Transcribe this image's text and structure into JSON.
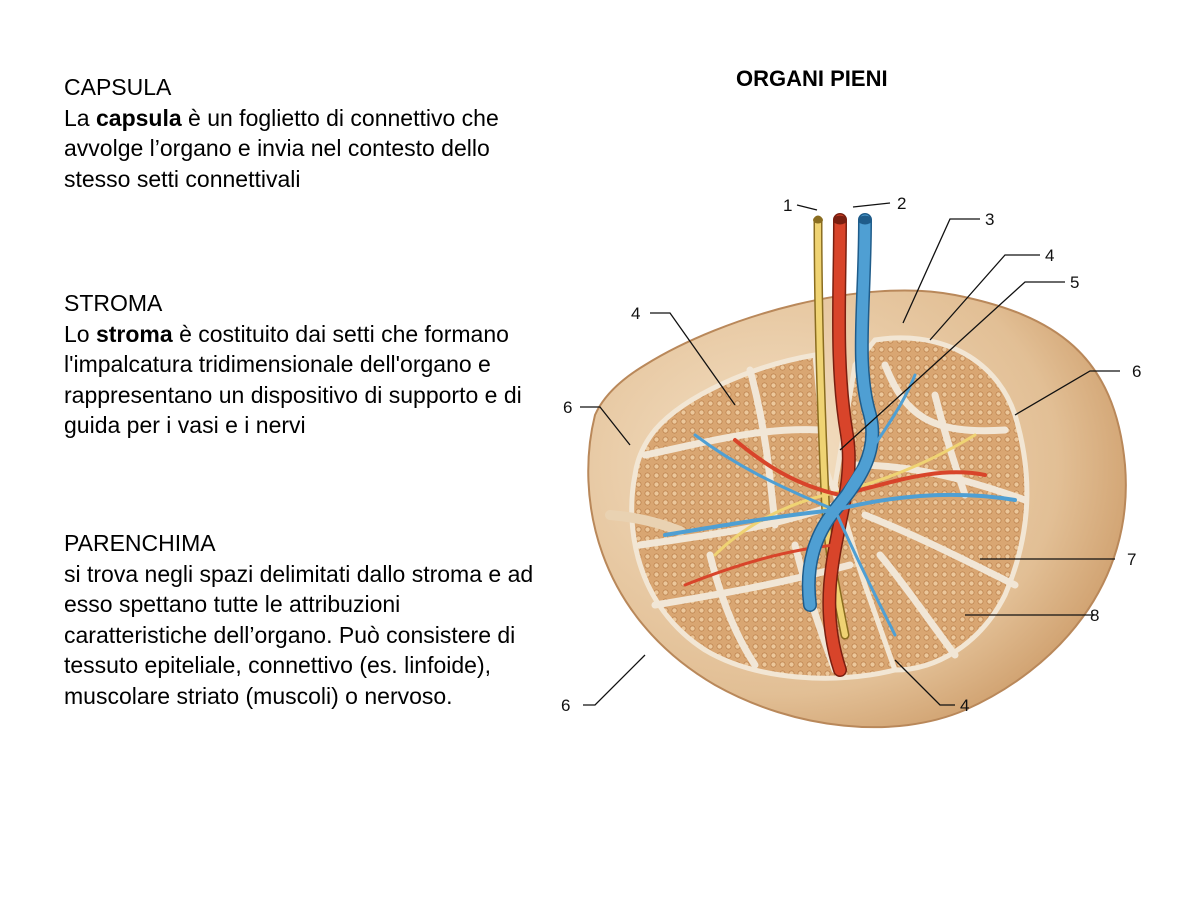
{
  "page": {
    "title": "ORGANI PIENI"
  },
  "capsula": {
    "heading": "CAPSULA",
    "text_before": "La ",
    "term": "capsula",
    "text_after": " è un foglietto di connettivo che avvolge l’organo e invia nel contesto dello stesso setti connettivali"
  },
  "stroma": {
    "heading": "STROMA",
    "text_before": "Lo ",
    "term": "stroma",
    "text_after": " è costituito dai setti che formano l'impalcatura tridimensionale dell'organo e rappresentano un dispositivo di supporto e di guida per i vasi e i nervi"
  },
  "parenchima": {
    "heading": "PARENCHIMA",
    "text": "si trova negli spazi delimitati dallo stroma e ad esso spettano tutte le attribuzioni caratteristiche dell’organo. Può consistere di tessuto epiteliale, connettivo (es. linfoide), muscolare striato (muscoli) o nervoso."
  },
  "figure": {
    "labels": [
      "1",
      "2",
      "3",
      "4",
      "5",
      "6",
      "7",
      "8"
    ],
    "colors": {
      "capsule": "#e8cba6",
      "capsule_dark": "#c99a6d",
      "parenchyma": "#d7a371",
      "septa": "#f1e6d6",
      "artery": "#d8442a",
      "vein": "#4f9fd3",
      "nerve": "#efd373"
    }
  }
}
